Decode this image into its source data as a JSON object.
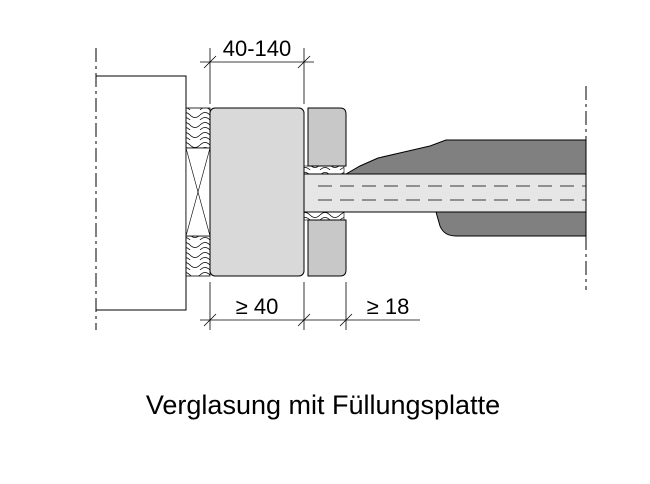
{
  "diagram": {
    "dimension_top": "40-140",
    "dimension_bottom_left": "≥ 40",
    "dimension_bottom_right": "≥ 18",
    "caption": "Verglasung mit Füllungsplatte"
  },
  "colors": {
    "line": "#000000",
    "frame_fill": "#d9d9d9",
    "stop_fill": "#c8c8c8",
    "profile_fill": "#808080",
    "glass_fill": "#e6e6e6",
    "background": "#ffffff"
  }
}
